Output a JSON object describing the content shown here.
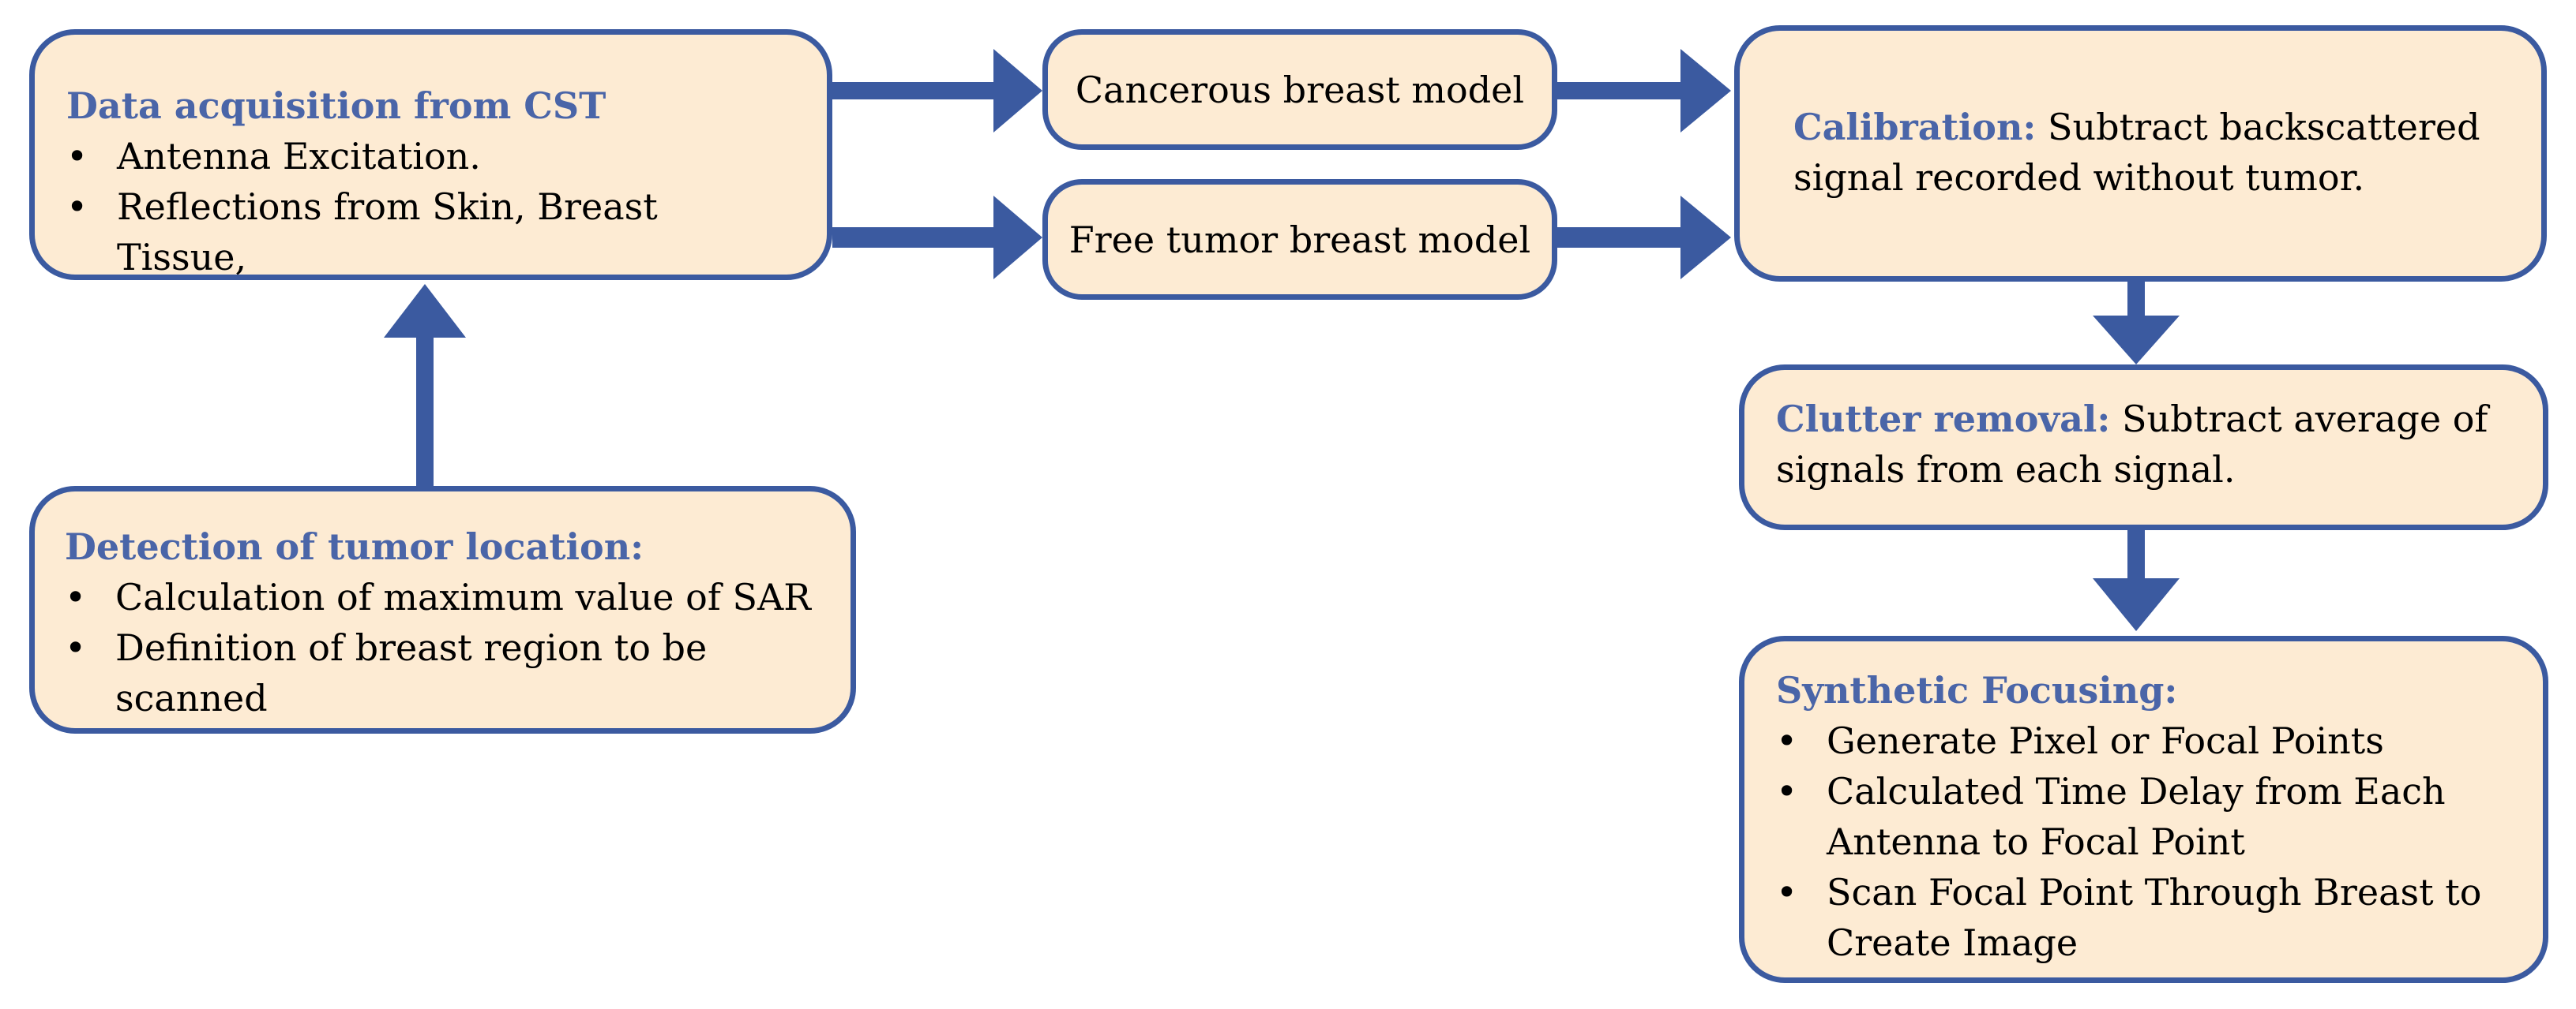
{
  "colors": {
    "box_fill": "#fdebd3",
    "box_border": "#3b5aa0",
    "arrow": "#3b5aa0",
    "heading": "#4a65a8"
  },
  "data_acquisition": {
    "heading": "Data acquisition  from CST",
    "bullets": [
      "Antenna Excitation.",
      "Reflections from Skin, Breast Tissue,"
    ]
  },
  "cancerous_model": {
    "label": "Cancerous breast model"
  },
  "free_tumor_model": {
    "label": "Free tumor breast model"
  },
  "calibration": {
    "heading": "Calibration:",
    "text_line1": "Subtract backscattered",
    "text_line2": "signal recorded without tumor."
  },
  "clutter_removal": {
    "heading": "Clutter removal:",
    "text_line1": "Subtract average of",
    "text_line2": "signals  from each signal."
  },
  "detection": {
    "heading": "Detection of tumor location:",
    "bullets": [
      "Calculation of maximum  value of SAR",
      "Definition of breast region to be scanned"
    ]
  },
  "synthetic_focusing": {
    "heading": "Synthetic Focusing:",
    "bullets": [
      "Generate Pixel or Focal Points",
      "Calculated Time Delay from Each Antenna to Focal Point",
      "Scan Focal Point Through Breast to Create Image"
    ]
  }
}
